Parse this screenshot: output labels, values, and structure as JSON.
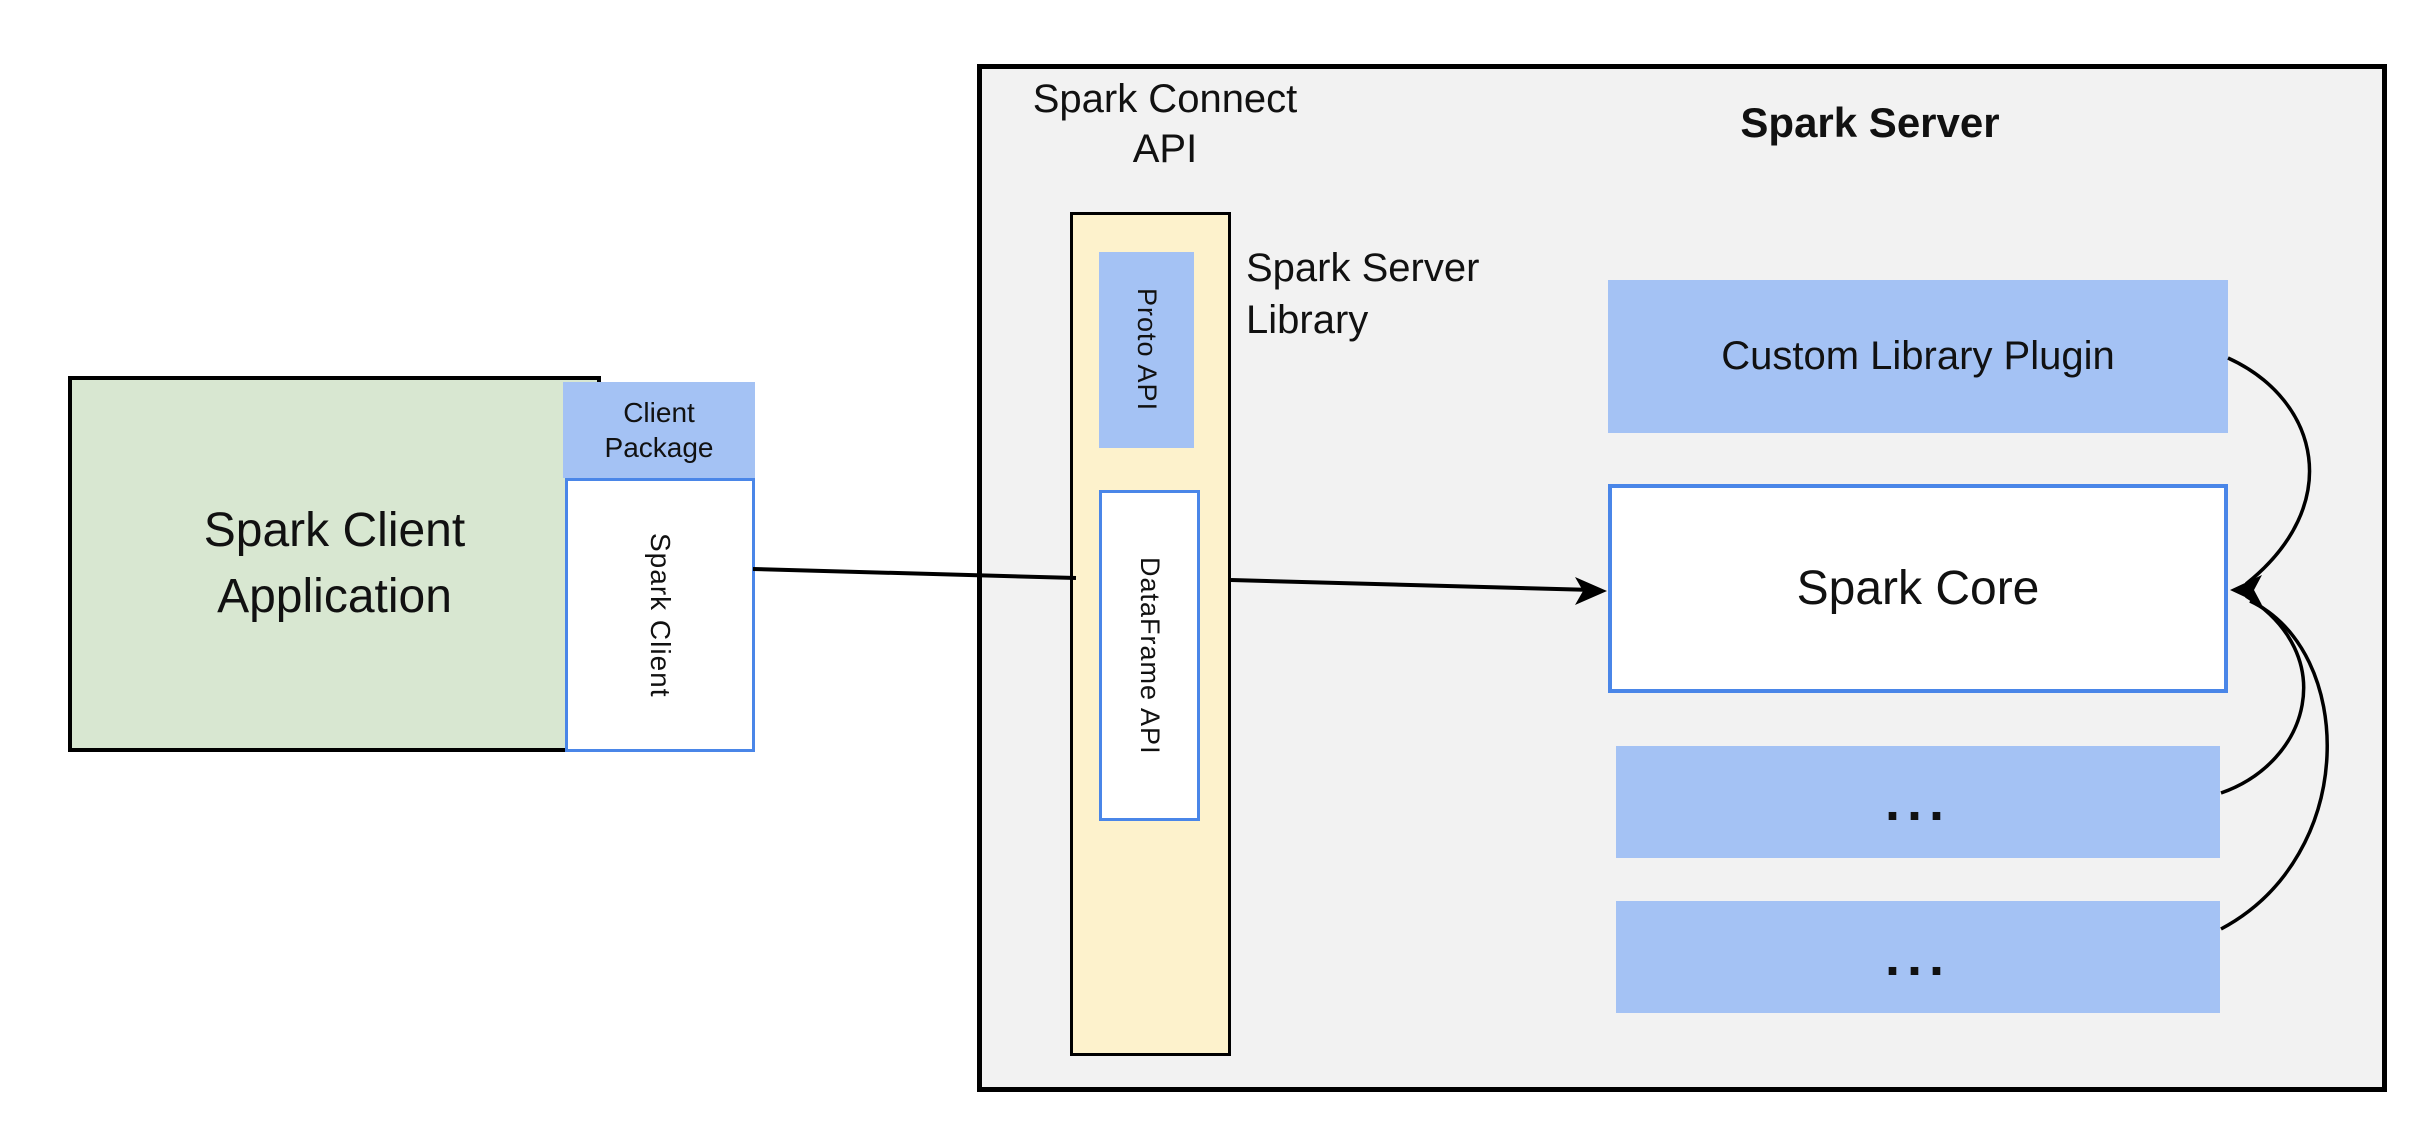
{
  "colors": {
    "page_bg": "#ffffff",
    "panel_gray": "#f2f2f2",
    "block_blue": "#a4c2f4",
    "block_green": "#d8e7d1",
    "block_yellow": "#fdf2cc",
    "border_blue": "#4a86e8",
    "stroke_black": "#000000",
    "text_dark": "#111111"
  },
  "client": {
    "app_line1": "Spark Client",
    "app_line2": "Application",
    "package_line1": "Client",
    "package_line2": "Package",
    "client_label": "Spark Client"
  },
  "connect": {
    "api_line1": "Spark Connect",
    "api_line2": "API",
    "proto_label": "Proto  API",
    "dataframe_label": "DataFrame API",
    "library_line1": "Spark Server",
    "library_line2": "Library"
  },
  "server": {
    "title": "Spark Server",
    "plugin_label": "Custom Library Plugin",
    "core_label": "Spark Core",
    "placeholder1": "...",
    "placeholder2": "..."
  }
}
